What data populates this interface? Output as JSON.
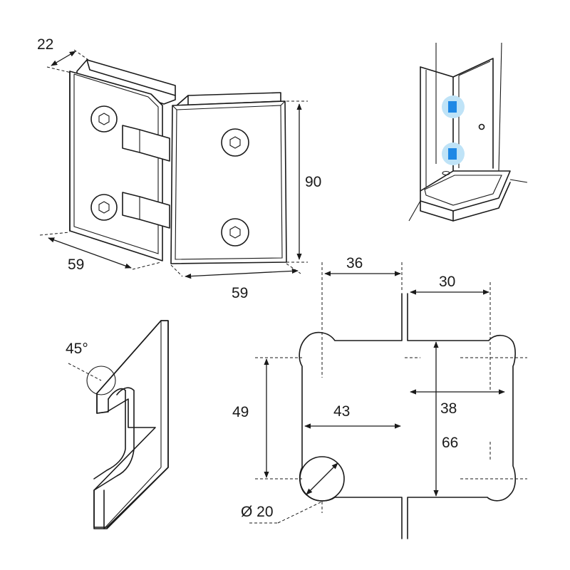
{
  "hinge_dimensions": {
    "depth": "22",
    "height": "90",
    "width_left": "59",
    "width_right": "59"
  },
  "angle_detail": {
    "angle": "45°"
  },
  "cutout_dimensions": {
    "top_left_width": "36",
    "top_right_width": "30",
    "left_height": "49",
    "mid_width_left": "43",
    "mid_width_right": "38",
    "right_height": "66",
    "hole_diameter": "Ø 20"
  },
  "accent_color": "#1e88e5",
  "highlight_color": "#bfe3f7"
}
